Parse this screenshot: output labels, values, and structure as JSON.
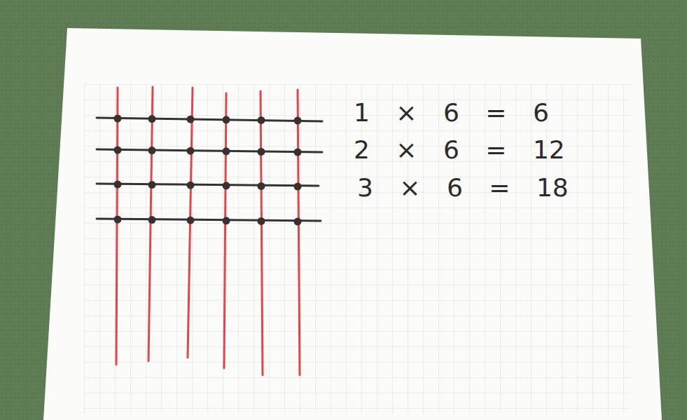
{
  "diagram": {
    "labels": [
      "1 × 6 = 6",
      "2 × 6 = 12",
      "3 × 6 = 18"
    ]
  }
}
